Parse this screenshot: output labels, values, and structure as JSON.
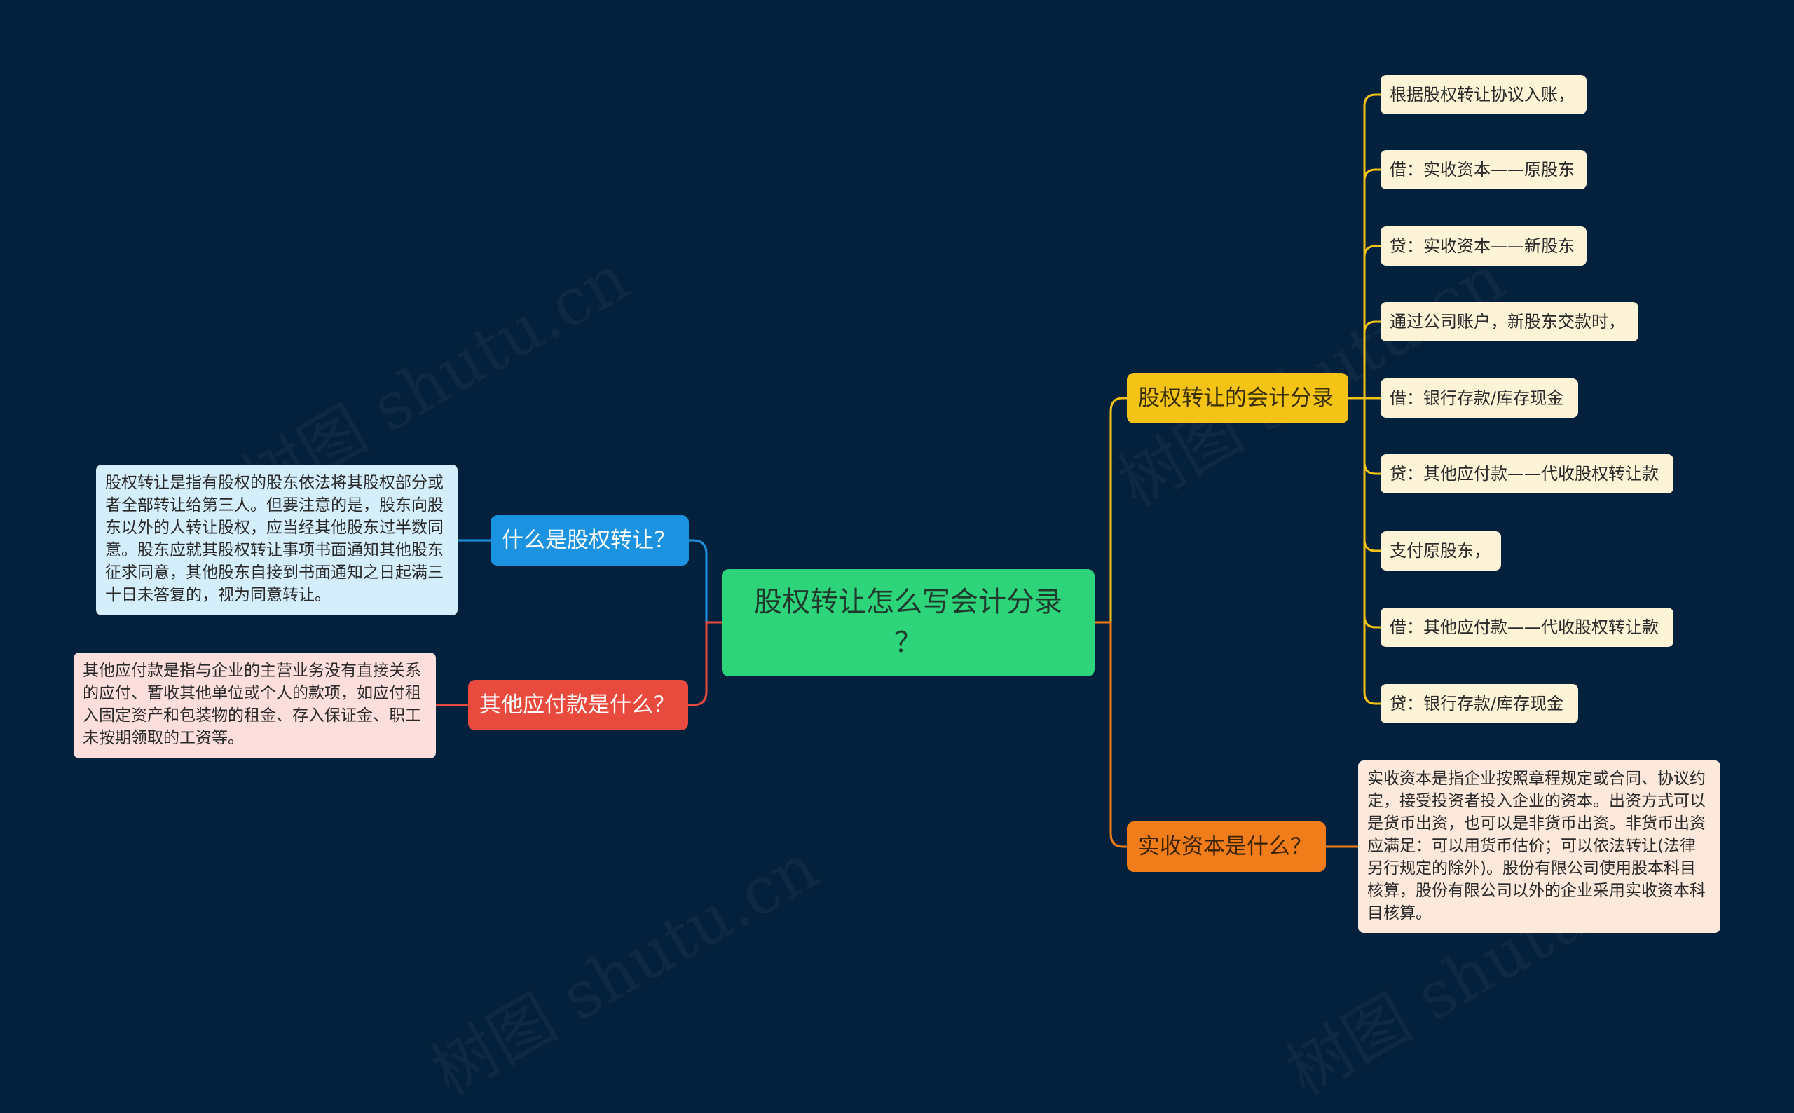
{
  "watermark": "树图 shutu.cn",
  "center": {
    "title": "股权转让怎么写会计分录\n？"
  },
  "branches": {
    "what": {
      "label": "什么是股权转让？",
      "description": "股权转让是指有股权的股东依法将其股权部分或者全部转让给第三人。但要注意的是，股东向股东以外的人转让股权，应当经其他股东过半数同意。股东应就其股权转让事项书面通知其他股东征求同意，其他股东自接到书面通知之日起满三十日未答复的，视为同意转让。"
    },
    "other": {
      "label": "其他应付款是什么？",
      "description": "其他应付款是指与企业的主营业务没有直接关系的应付、暂收其他单位或个人的款项，如应付租入固定资产和包装物的租金、存入保证金、职工未按期领取的工资等。"
    },
    "entry": {
      "label": "股权转让的会计分录",
      "items": [
        "根据股权转让协议入账，",
        "借：实收资本——原股东",
        "贷：实收资本——新股东",
        "通过公司账户，新股东交款时，",
        "借：银行存款/库存现金",
        "贷：其他应付款——代收股权转让款",
        "支付原股东，",
        "借：其他应付款——代收股权转让款",
        "贷：银行存款/库存现金"
      ]
    },
    "paid": {
      "label": "实收资本是什么？",
      "description": "实收资本是指企业按照章程规定或合同、协议约定，接受投资者投入企业的资本。出资方式可以是货币出资，也可以是非货币出资。非货币出资应满足：可以用货币估价；可以依法转让(法律另行规定的除外)。股份有限公司使用股本科目核算，股份有限公司以外的企业采用实收资本科目核算。"
    }
  },
  "colors": {
    "background": "#03203c",
    "center": "#2ed47a",
    "what": "#1b93e0",
    "other": "#e84a3d",
    "entry": "#f3c316",
    "paid": "#f07d1a"
  }
}
